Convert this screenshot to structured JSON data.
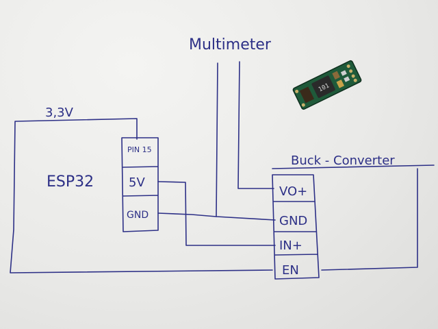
{
  "diagram": {
    "voltage_label": "3,3V",
    "multimeter_label": "Multimeter",
    "esp32": {
      "label": "ESP32",
      "pins": [
        "PIN 15",
        "5V",
        "GND"
      ]
    },
    "buck_converter": {
      "label": "Buck - Converter",
      "pins": [
        "VO+",
        "GND",
        "IN+",
        "EN"
      ]
    },
    "module_photo": "buck-converter-module-icon",
    "colors": {
      "ink": "#2c2f86",
      "paper": "#ececea",
      "pcb": "#1f5a3a"
    }
  }
}
